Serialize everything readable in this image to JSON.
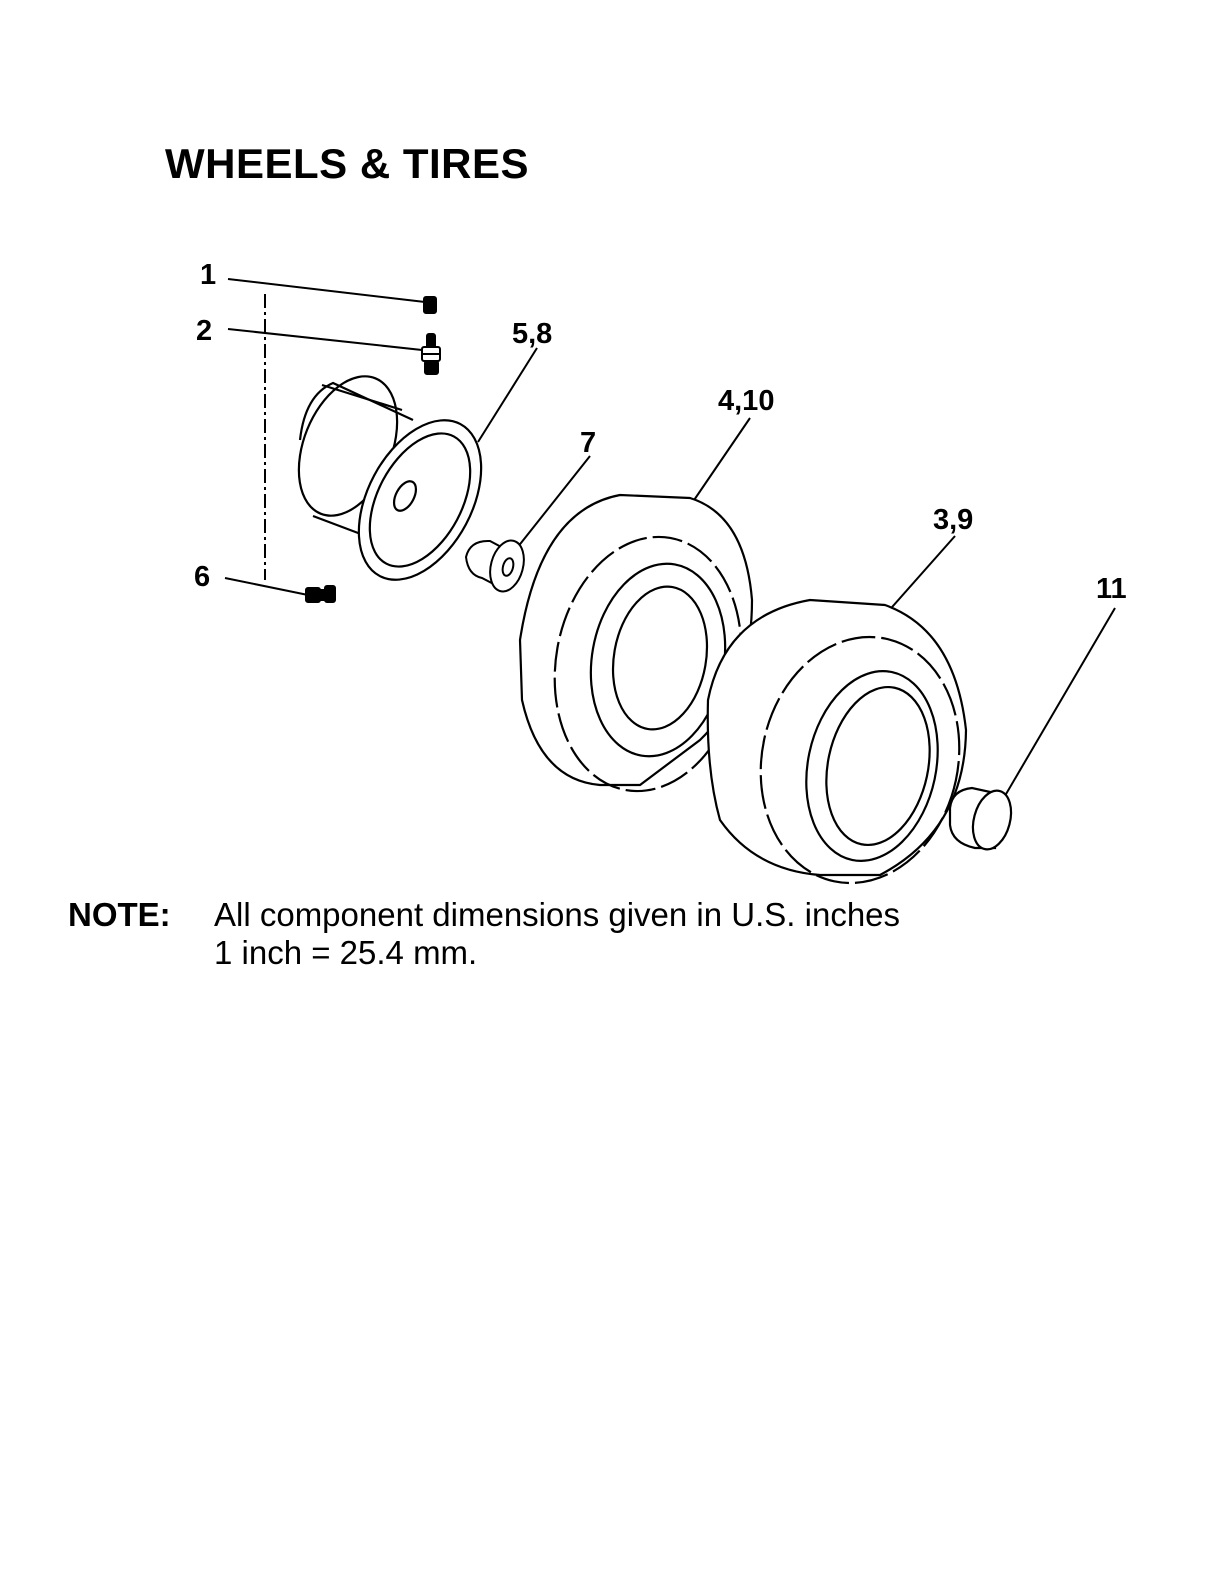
{
  "page": {
    "title": "WHEELS & TIRES"
  },
  "callouts": {
    "c1": "1",
    "c2": "2",
    "c58": "5,8",
    "c410": "4,10",
    "c7": "7",
    "c39": "3,9",
    "c6": "6",
    "c11": "11"
  },
  "note": {
    "label": "NOTE:",
    "line1": "All component dimensions given in U.S. inches",
    "line2": "1 inch = 25.4 mm."
  },
  "colors": {
    "ink": "#000000",
    "paper": "#ffffff"
  }
}
